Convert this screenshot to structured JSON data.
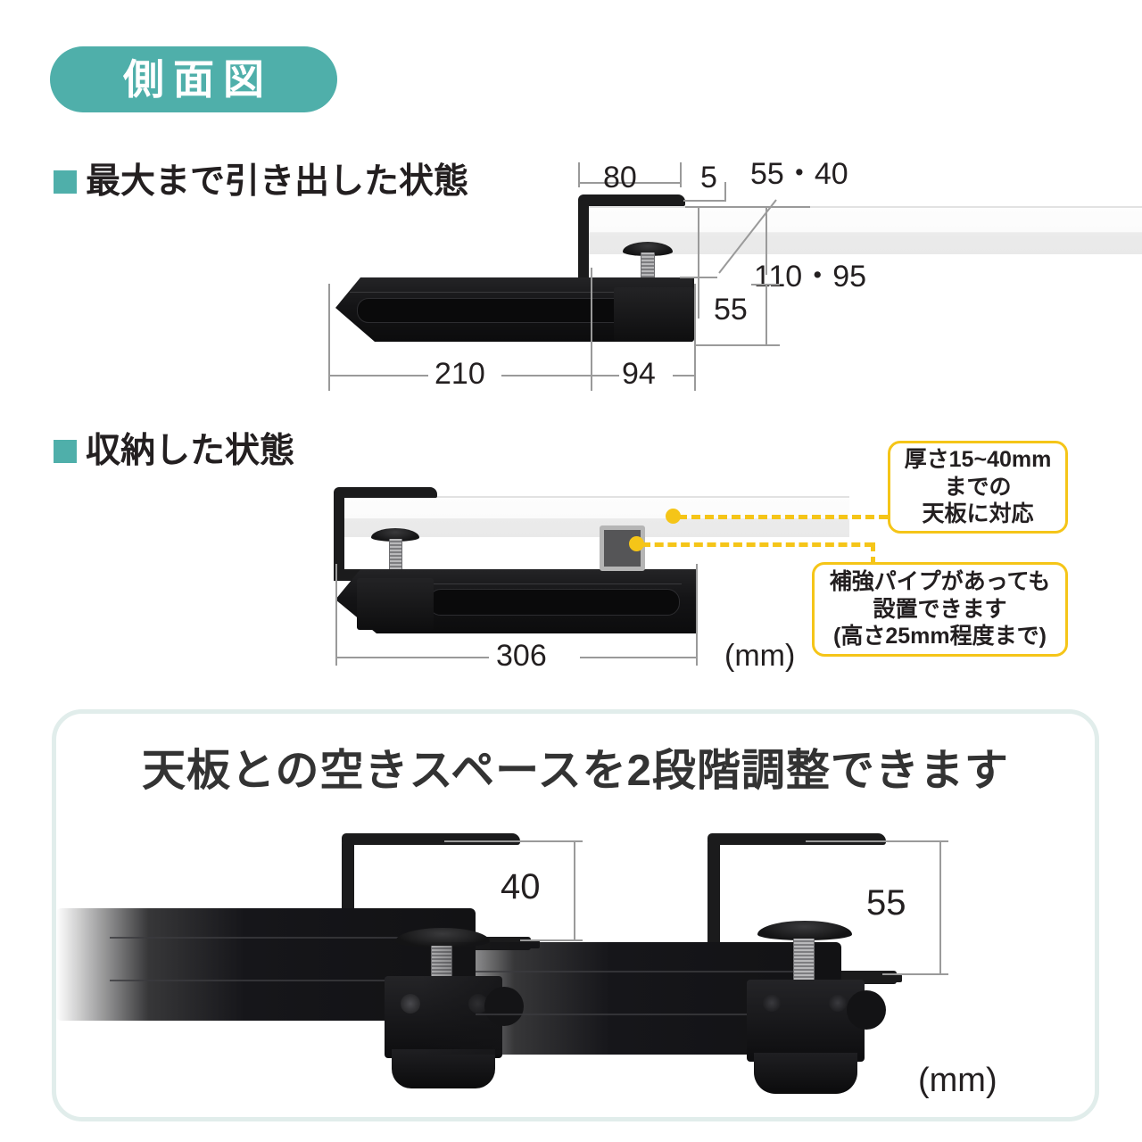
{
  "badge": {
    "label": "側面図"
  },
  "sections": {
    "extended": {
      "heading": "最大まで引き出した状態",
      "dimensions": {
        "top_overhang": "80",
        "gap": "5",
        "board_thickness": "55・40",
        "total_height": "110・95",
        "clamp_height": "55",
        "tray_length": "210",
        "base_length": "94"
      }
    },
    "stored": {
      "heading": "収納した状態",
      "dimensions": {
        "total_length": "306"
      },
      "unit": "(mm)",
      "callouts": [
        {
          "lines": [
            "厚さ15~40mm",
            "までの",
            "天板に対応"
          ]
        },
        {
          "lines": [
            "補強パイプがあっても",
            "設置できます",
            "(高さ25mm程度まで)"
          ]
        }
      ]
    },
    "adjust": {
      "title": "天板との空きスペースを2段階調整できます",
      "unit": "(mm)",
      "items": [
        {
          "value": "40"
        },
        {
          "value": "55"
        }
      ]
    }
  },
  "colors": {
    "teal": "#4FAFAA",
    "panel_border": "#E1EDEB",
    "callout_yellow": "#F5C518",
    "dimension_gray": "#9A9A9A",
    "text": "#231F20"
  }
}
